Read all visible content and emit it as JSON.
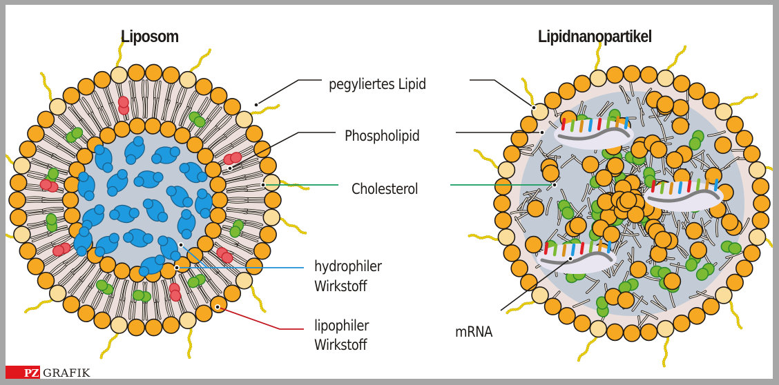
{
  "titles": {
    "liposome": "Liposom",
    "lnp": "Lipidnanopartikel"
  },
  "labels": {
    "pegylated_lipid": "pegyliertes Lipid",
    "phospholipid": "Phospholipid",
    "cholesterol": "Cholesterol",
    "hydrophilic_line1": "hydrophiler",
    "hydrophilic_line2": "Wirkstoff",
    "lipophilic_line1": "lipophiler",
    "lipophilic_line2": "Wirkstoff",
    "mrna": "mRNA"
  },
  "logo": {
    "mark": "PZ",
    "text": "GRAFIK"
  },
  "colors": {
    "frame": "#a6a6a6",
    "head": "#f7a823",
    "peg_head": "#fbdd9b",
    "peg_chain": "#eed20a",
    "tail_bg": "#ede0dc",
    "core": "#c3ccd6",
    "hydrophilic": "#1e9be0",
    "lipophilic": "#ea5c62",
    "cholesterol": "#7dba33",
    "cholesterol_line": "#159a5b",
    "mrna_backbone": "#7f7f7f",
    "mrna_bases": [
      "#e11f26",
      "#7dba33",
      "#d8901a",
      "#1e9be0"
    ],
    "hydrophilic_line": "#1e8fd6",
    "lipophilic_line": "#c3171f",
    "outline": "#1e1a17",
    "logo_red": "#e1161d"
  }
}
